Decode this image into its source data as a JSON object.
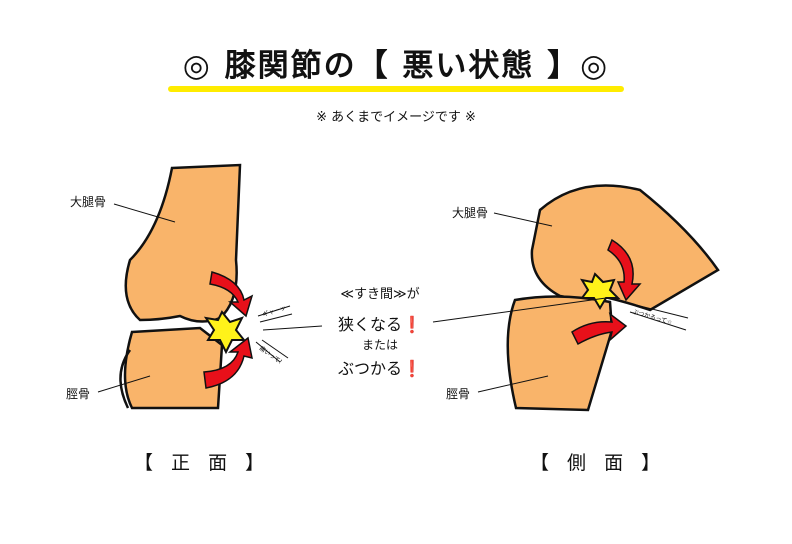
{
  "title": "◎ 膝関節の【 悪い状態 】◎",
  "note": "※ あくまでイメージです ※",
  "front": {
    "caption": "【 正 面 】",
    "femur": "大腿骨",
    "tibia": "脛骨",
    "sfx1": "ギャーッ",
    "sfx2": "痛いって!"
  },
  "side": {
    "caption": "【 側 面 】",
    "femur": "大腿骨",
    "tibia": "脛骨",
    "sfx1": "ぶつかるって☆"
  },
  "center": {
    "line1": "≪すき間≫が",
    "line2": "狭くなる❗",
    "line3": "または",
    "line4": "ぶつかる❗"
  },
  "colors": {
    "bone": "#f9b46a",
    "bone_dark": "#f08a2a",
    "arrow": "#e8101a",
    "star": "#fff21a",
    "highlight": "#ffec00"
  }
}
